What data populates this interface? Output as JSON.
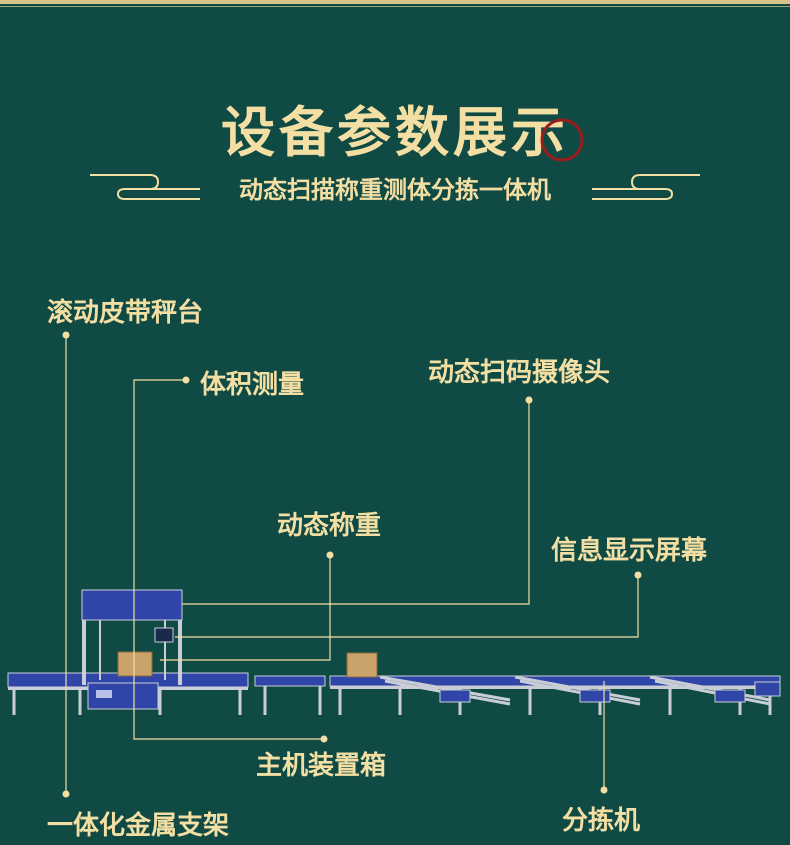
{
  "header": {
    "title": "设备参数展示",
    "subtitle": "动态扫描称重测体分拣一体机"
  },
  "labels": {
    "roller_platform": "滚动皮带秤台",
    "volume_measure": "体积测量",
    "dynamic_scanner": "动态扫码摄像头",
    "dynamic_weighing": "动态称重",
    "info_screen": "信息显示屏幕",
    "main_control_box": "主机装置箱",
    "metal_frame": "一体化金属支架",
    "sorter": "分拣机"
  },
  "colors": {
    "background": "#0f4a44",
    "accent_gold": "#f3dfa4",
    "machine_blue": "#2f46a8",
    "frame_silver": "#c9ced6",
    "box_brown": "#c9a36a"
  }
}
